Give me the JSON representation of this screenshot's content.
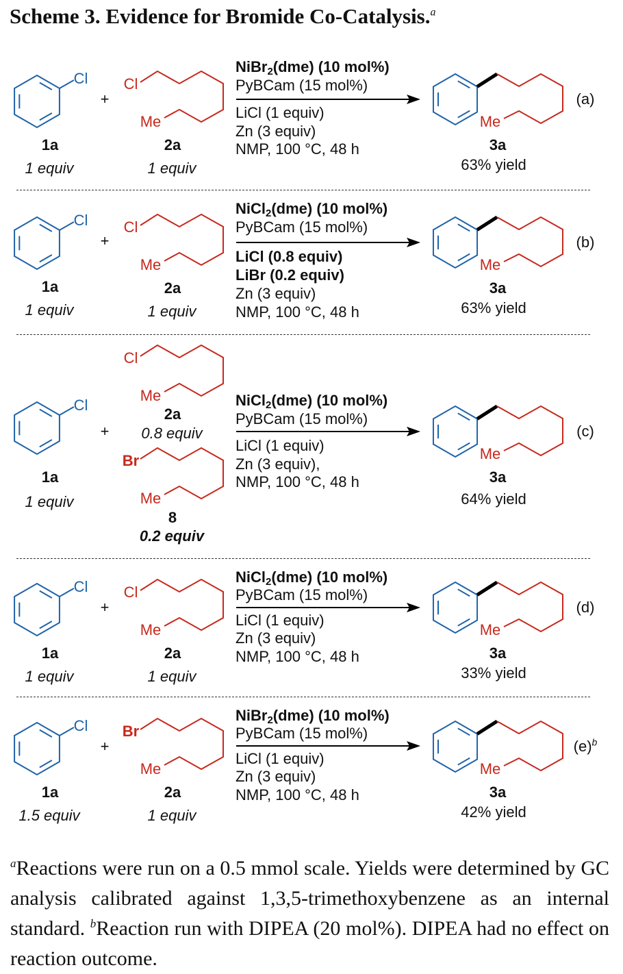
{
  "title": "Scheme 3. Evidence for Bromide Co-Catalysis.",
  "title_note": "a",
  "colors": {
    "aryl": "#1f63a8",
    "alkyl": "#c7281c",
    "new_bond": "#000000"
  },
  "reactions": [
    {
      "letter": "(a)",
      "letter_note": "",
      "aryl": {
        "halogen": "Cl",
        "label": "1a",
        "equiv": "1 equiv"
      },
      "alkyls": [
        {
          "halogen": "Cl",
          "me": "Me",
          "label": "2a",
          "equiv": "1 equiv"
        }
      ],
      "plus": "+",
      "above": [
        {
          "pre": "NiBr",
          "sub": "2",
          "post": "(dme) (10 mol%)",
          "bold": true
        },
        {
          "pre": "PyBCam (15 mol%)",
          "sub": "",
          "post": "",
          "bold": false
        }
      ],
      "below": [
        {
          "pre": "LiCl (1 equiv)",
          "bold": false
        },
        {
          "pre": "Zn (3 equiv)",
          "bold": false
        },
        {
          "pre": "NMP, 100 °C, 48 h",
          "bold": false
        }
      ],
      "product": {
        "me": "Me",
        "label": "3a",
        "yield": "63% yield"
      }
    },
    {
      "letter": "(b)",
      "letter_note": "",
      "aryl": {
        "halogen": "Cl",
        "label": "1a",
        "equiv": "1 equiv"
      },
      "alkyls": [
        {
          "halogen": "Cl",
          "me": "Me",
          "label": "2a",
          "equiv": "1 equiv"
        }
      ],
      "plus": "+",
      "above": [
        {
          "pre": "NiCl",
          "sub": "2",
          "post": "(dme) (10 mol%)",
          "bold": true
        },
        {
          "pre": "PyBCam (15 mol%)",
          "sub": "",
          "post": "",
          "bold": false
        }
      ],
      "below": [
        {
          "pre": "LiCl (0.8 equiv)",
          "bold": true
        },
        {
          "pre": "LiBr (0.2 equiv)",
          "bold": true
        },
        {
          "pre": "Zn (3 equiv)",
          "bold": false
        },
        {
          "pre": "NMP, 100 °C, 48 h",
          "bold": false
        }
      ],
      "product": {
        "me": "Me",
        "label": "3a",
        "yield": "63% yield"
      }
    },
    {
      "letter": "(c)",
      "letter_note": "",
      "aryl": {
        "halogen": "Cl",
        "label": "1a",
        "equiv": "1 equiv"
      },
      "alkyls": [
        {
          "halogen": "Cl",
          "me": "Me",
          "label": "2a",
          "equiv": "0.8 equiv"
        },
        {
          "halogen": "Br",
          "me": "Me",
          "label": "8",
          "equiv": "0.2 equiv"
        }
      ],
      "plus": "+",
      "above": [
        {
          "pre": "NiCl",
          "sub": "2",
          "post": "(dme) (10 mol%)",
          "bold": true
        },
        {
          "pre": "PyBCam (15 mol%)",
          "sub": "",
          "post": "",
          "bold": false
        }
      ],
      "below": [
        {
          "pre": "LiCl (1 equiv)",
          "bold": false
        },
        {
          "pre": "Zn (3 equiv),",
          "bold": false
        },
        {
          "pre": "NMP, 100 °C, 48 h",
          "bold": false
        }
      ],
      "product": {
        "me": "Me",
        "label": "3a",
        "yield": "64% yield"
      }
    },
    {
      "letter": "(d)",
      "letter_note": "",
      "aryl": {
        "halogen": "Cl",
        "label": "1a",
        "equiv": "1 equiv"
      },
      "alkyls": [
        {
          "halogen": "Cl",
          "me": "Me",
          "label": "2a",
          "equiv": "1 equiv"
        }
      ],
      "plus": "+",
      "above": [
        {
          "pre": "NiCl",
          "sub": "2",
          "post": "(dme) (10 mol%)",
          "bold": true
        },
        {
          "pre": "PyBCam (15 mol%)",
          "sub": "",
          "post": "",
          "bold": false
        }
      ],
      "below": [
        {
          "pre": "LiCl (1 equiv)",
          "bold": false
        },
        {
          "pre": "Zn (3 equiv)",
          "bold": false
        },
        {
          "pre": "NMP, 100 °C, 48 h",
          "bold": false
        }
      ],
      "product": {
        "me": "Me",
        "label": "3a",
        "yield": "33% yield"
      }
    },
    {
      "letter": "(e)",
      "letter_note": "b",
      "aryl": {
        "halogen": "Cl",
        "label": "1a",
        "equiv": "1.5 equiv"
      },
      "alkyls": [
        {
          "halogen": "Br",
          "me": "Me",
          "label": "2a",
          "equiv": "1 equiv"
        }
      ],
      "plus": "+",
      "above": [
        {
          "pre": "NiBr",
          "sub": "2",
          "post": "(dme) (10 mol%)",
          "bold": true
        },
        {
          "pre": "PyBCam (15 mol%)",
          "sub": "",
          "post": "",
          "bold": false
        }
      ],
      "below": [
        {
          "pre": "LiCl (1 equiv)",
          "bold": false
        },
        {
          "pre": "Zn (3 equiv)",
          "bold": false
        },
        {
          "pre": "NMP, 100 °C, 48 h",
          "bold": false
        }
      ],
      "product": {
        "me": "Me",
        "label": "3a",
        "yield": "42% yield"
      }
    }
  ],
  "footnote": {
    "a_mark": "a",
    "a_text": "Reactions were run on a 0.5 mmol scale. Yields were determined by GC analysis calibrated against 1,3,5-trimethoxybenzene as an internal standard.",
    "b_mark": "b",
    "b_text": "Reaction run with DIPEA (20 mol%). DIPEA had no effect on reaction outcome."
  }
}
